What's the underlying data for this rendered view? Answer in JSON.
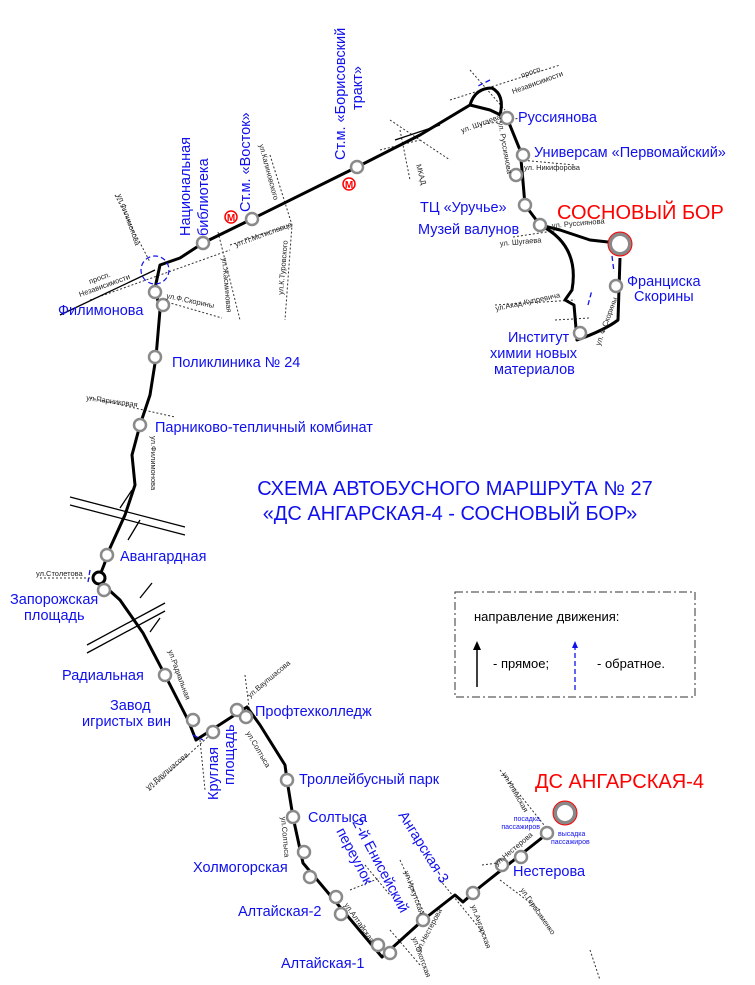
{
  "title": {
    "line1": "СХЕМА АВТОБУСНОГО МАРШРУТА № 27",
    "line2": "«ДС АНГАРСКАЯ-4 - СОСНОВЫЙ БОР»"
  },
  "terminals": {
    "start": "ДС АНГАРСКАЯ-4",
    "end": "СОСНОВЫЙ БОР",
    "boarding": [
      "посадка",
      "пассажиров"
    ],
    "alighting": [
      "высадка",
      "пассажиров"
    ]
  },
  "stops": {
    "nat_lib": [
      "Национальная",
      "библиотека"
    ],
    "vostok": "Ст.м. «Восток»",
    "borisov": [
      "Ст.м. «Борисовский",
      "тракт»"
    ],
    "russiyanova": "Руссиянова",
    "pervomaysky": "Универсам «Первомайский»",
    "uruchye": "ТЦ «Уручье»",
    "muzey": "Музей валунов",
    "skoriny": [
      "Франциска",
      "Скорины"
    ],
    "institut": [
      "Институт",
      "химии новых",
      "материалов"
    ],
    "filimonova": "Филимонова",
    "poliklinika": "Поликлиника № 24",
    "parnikovo": "Парниково-тепличный комбинат",
    "avangardnaya": "Авангардная",
    "zaporozhskaya": [
      "Запорожская",
      "площадь"
    ],
    "radialnaya": "Радиальная",
    "zavod": [
      "Завод",
      "игристых вин"
    ],
    "kruglaya": [
      "Круглая",
      "площадь"
    ],
    "proftekh": "Профтехколледж",
    "trolleybus": "Троллейбусный парк",
    "soltysa": "Солтыса",
    "kholmogorskaya": "Холмогорская",
    "altayskaya2": "Алтайская-2",
    "altayskaya1": "Алтайская-1",
    "enisey": [
      "2-й Енисейский",
      "переулок"
    ],
    "angarskaya3": "Ангарская-3",
    "nesterova": "Нестерова"
  },
  "streets": {
    "filimonova": "ул.Филимонова",
    "nezav1": [
      "просп.",
      "Независимости"
    ],
    "skoriny": "ул.Ф.Скорины",
    "zhasminovaya": "ул.Жасминовая",
    "mstislavca": "ул.П.Мстиславца",
    "kalinovskogo": "ул.Калиновского",
    "turovskogo": "ул.К.Туровского",
    "mkad": "МКАД",
    "nezav2": [
      "просп.",
      "Независимости"
    ],
    "shugaeva1": "ул. Шугаева",
    "russiyanova1": "ул. Руссиянова",
    "nikiforova": "ул. Никифорова",
    "russiyanova2": "ул. Руссиянова",
    "shugaeva2": "ул. Шугаева",
    "kuprevicha": "ул.Акад.Купревича",
    "skoriny2": "ул. Ф.Скорины",
    "parnikovaya": "ул.Парниковая",
    "filimonova2": "ул.Филимонова",
    "stoletova": "ул.Столетова",
    "radialnaya": "ул.Радиальная",
    "vaupshasova1": "ул.Ваупшасова",
    "vaupshasova2": "ул.Ваупшасова",
    "soltysa1": "ул.Солтыса",
    "soltysa2": "ул.Солтыса",
    "altayskaya": "ул.Алтайская",
    "irkutskaya": "ул.Иркутская",
    "okhotskaya": "ул.Охотская",
    "nesterova1": "ул.Нестерова",
    "angarskaya": "ул.Ангарская",
    "nesterova2": "ул.Нестерова",
    "gerasimenko": "ул.Герасименко",
    "ilimskaya": "ул.Илимская"
  },
  "metro_symbol": "M",
  "legend": {
    "heading": "направление движения:",
    "forward": "- прямое;",
    "reverse": "- обратное."
  },
  "colors": {
    "stop_label": "#1010ee",
    "terminal": "#ff0000",
    "route": "#000000",
    "stop_ring": "#8a8a8a"
  }
}
